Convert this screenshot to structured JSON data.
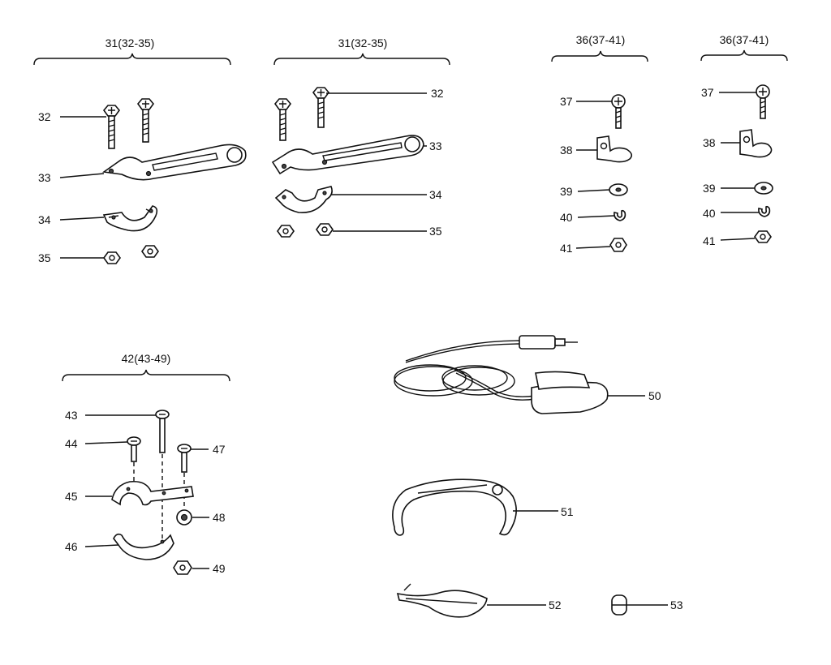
{
  "group_headers": {
    "g1": "31(32-35)",
    "g2": "31(32-35)",
    "g3": "36(37-41)",
    "g4": "36(37-41)",
    "g5": "42(43-49)"
  },
  "callouts": {
    "g1": {
      "bolt": "32",
      "bracket": "33",
      "clamp": "34",
      "nut": "35"
    },
    "g2": {
      "bolt": "32",
      "bracket": "33",
      "clamp": "34",
      "nut": "35"
    },
    "g3": {
      "screw": "37",
      "tab": "38",
      "washer": "39",
      "lockwasher": "40",
      "nut": "41"
    },
    "g4": {
      "screw": "37",
      "tab": "38",
      "washer": "39",
      "lockwasher": "40",
      "nut": "41"
    },
    "g5": {
      "long_screw": "43",
      "short_screw": "44",
      "clamp_upper": "45",
      "clamp_lower": "46",
      "screw": "47",
      "washer": "48",
      "nut": "49"
    },
    "accessories": {
      "earphone_cord": "50",
      "ear_hook": "51",
      "strap": "52",
      "plug": "53"
    }
  }
}
